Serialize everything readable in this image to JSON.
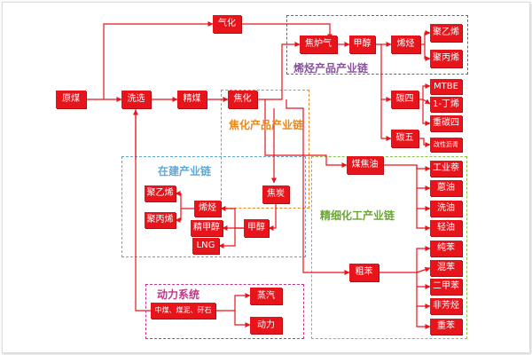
{
  "groups": {
    "olefin": {
      "label": "烯烃产品产业链",
      "color": "#8a4fa3"
    },
    "coking": {
      "label": "焦化产品产业链",
      "color": "#e8871e"
    },
    "construction": {
      "label": "在建产业链",
      "color": "#5aa9dc"
    },
    "fine_chem": {
      "label": "精细化工产业链",
      "color": "#8bc34a"
    },
    "power": {
      "label": "动力系统",
      "color": "#c2368a"
    }
  },
  "nodes": {
    "yuanmei": "原煤",
    "xixuan": "洗选",
    "jingmei": "精煤",
    "qihua": "气化",
    "jiaohua": "焦化",
    "jiaoluqi": "焦炉气",
    "jiachun_top": "甲醇",
    "xiting_top": "烯烃",
    "juyixi_top": "聚乙烯",
    "jubingxi_top": "聚丙烯",
    "tansi": "碳四",
    "tanwu": "碳五",
    "mtbe": "MTBE",
    "dingxi": "1-丁烯",
    "zhongtansi": "重碳四",
    "gaixing": "改性沥青",
    "meijiaoyou": "煤焦油",
    "gongyenai": "工业萘",
    "enyou": "蒽油",
    "xiyou": "洗油",
    "qingyou": "轻油",
    "jiaotan": "焦炭",
    "jiachun_mid": "甲醇",
    "xiting_left": "烯烃",
    "jingjiachun": "精甲醇",
    "lng": "LNG",
    "juyixi_left": "聚乙烯",
    "jubingxi_left": "聚丙烯",
    "cuben": "粗苯",
    "chunben": "纯苯",
    "hunben": "混苯",
    "erjiaben": "二甲苯",
    "feifangting": "非芳烃",
    "zhongben": "重苯",
    "zhongmei": "中煤、煤泥、矸石",
    "zhengqi": "蒸汽",
    "dongli": "动力"
  }
}
